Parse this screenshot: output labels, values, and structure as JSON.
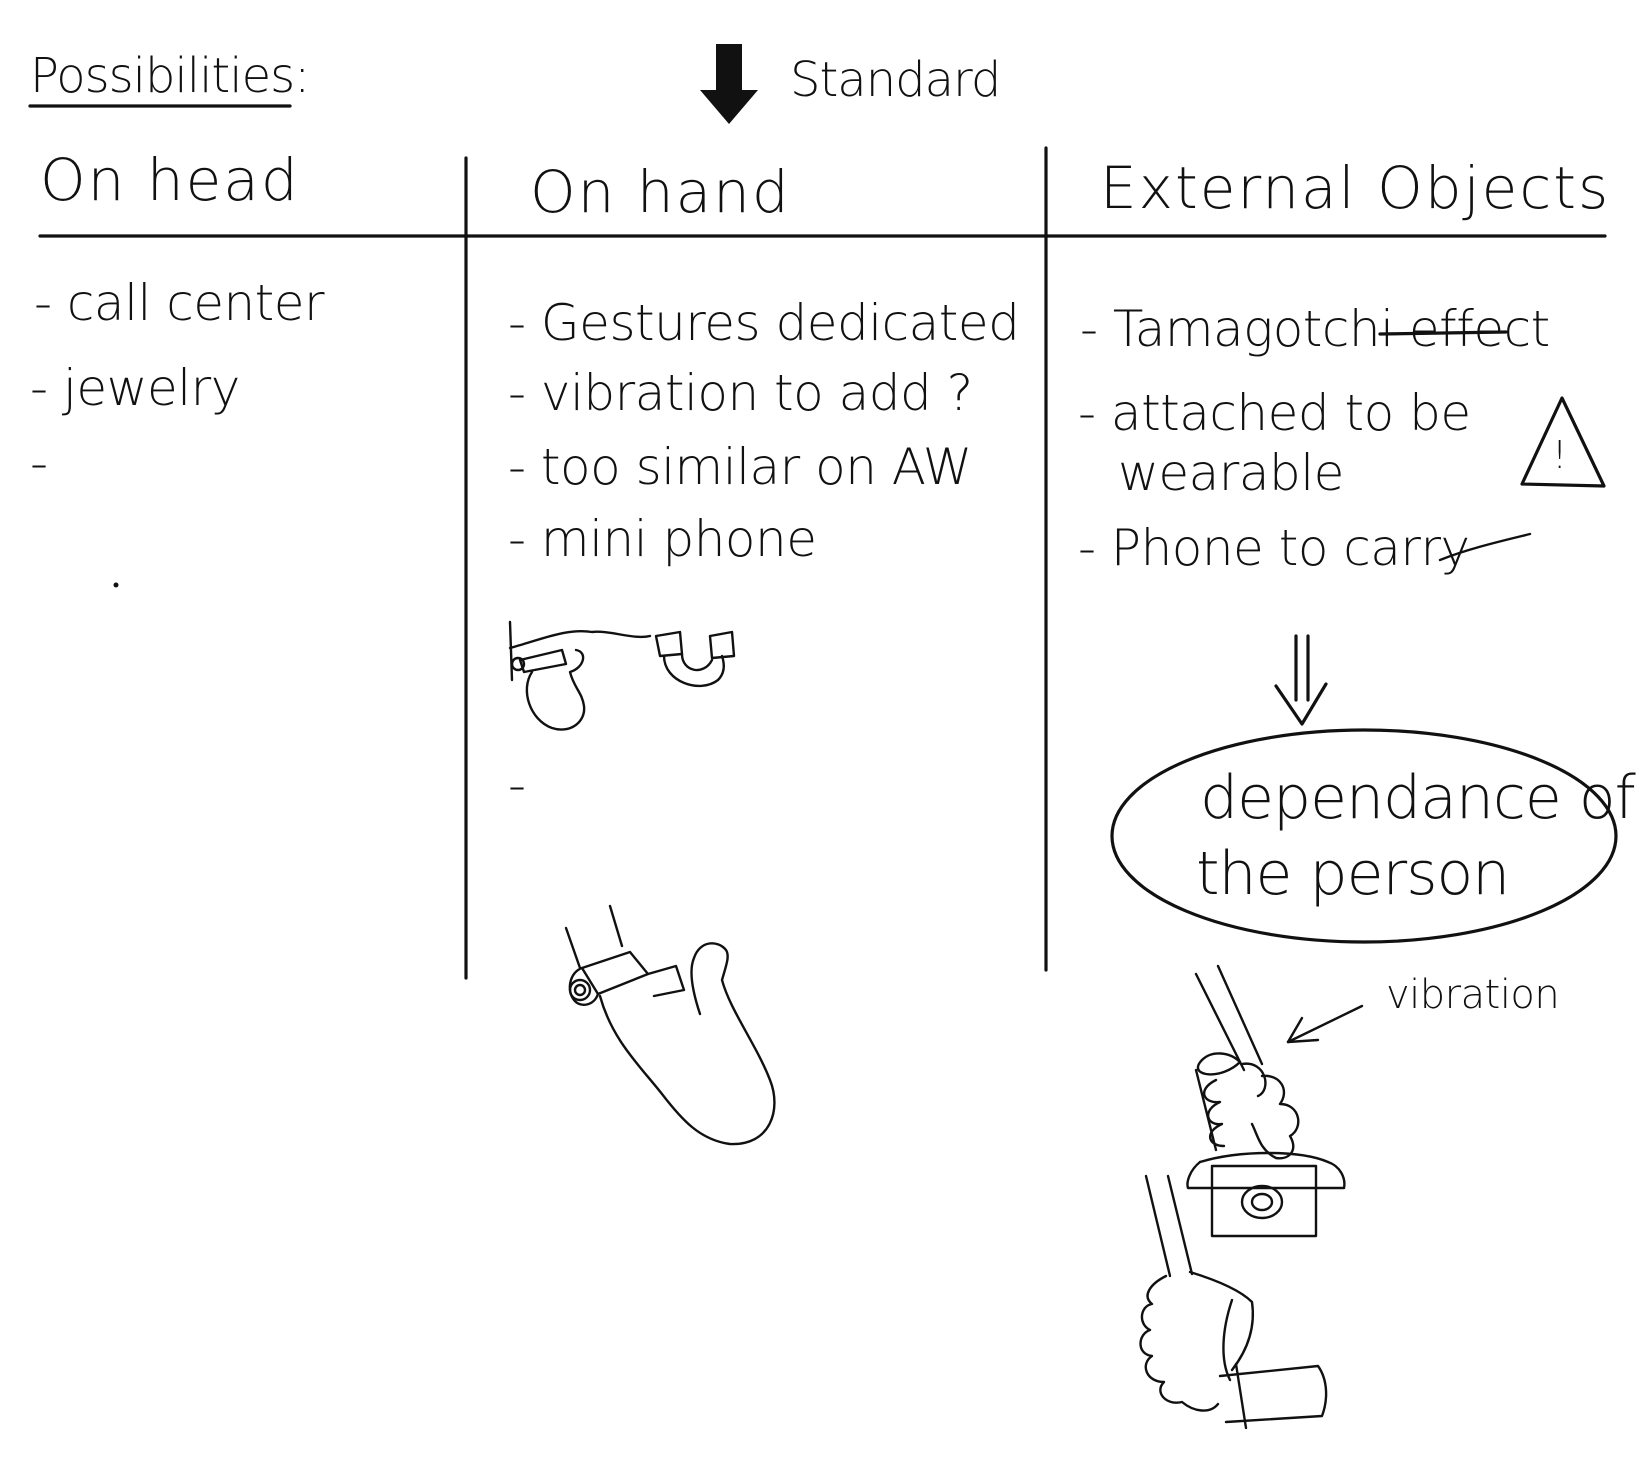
{
  "title": "Possibilities:",
  "standard_label": "Standard",
  "columns": [
    {
      "header": "On head",
      "items": [
        "- call center",
        "- jewelry",
        "-"
      ]
    },
    {
      "header": "On hand",
      "items": [
        "- Gestures dedicated",
        "- vibration to add ?",
        "- too similar on AW",
        "- mini phone",
        "-"
      ]
    },
    {
      "header": "External Objects",
      "items": [
        "- Tamagotchi effect",
        "- attached to be",
        "wearable",
        "- Phone to carry"
      ]
    }
  ],
  "warning_symbol": "!",
  "consequence_arrow": "⇓",
  "ellipse_text": [
    "dependance of",
    "the person"
  ],
  "vibration_label": "vibration",
  "icons": [
    "down-arrow-icon",
    "warning-triangle-icon",
    "double-arrow-down-icon",
    "arrow-icon"
  ]
}
